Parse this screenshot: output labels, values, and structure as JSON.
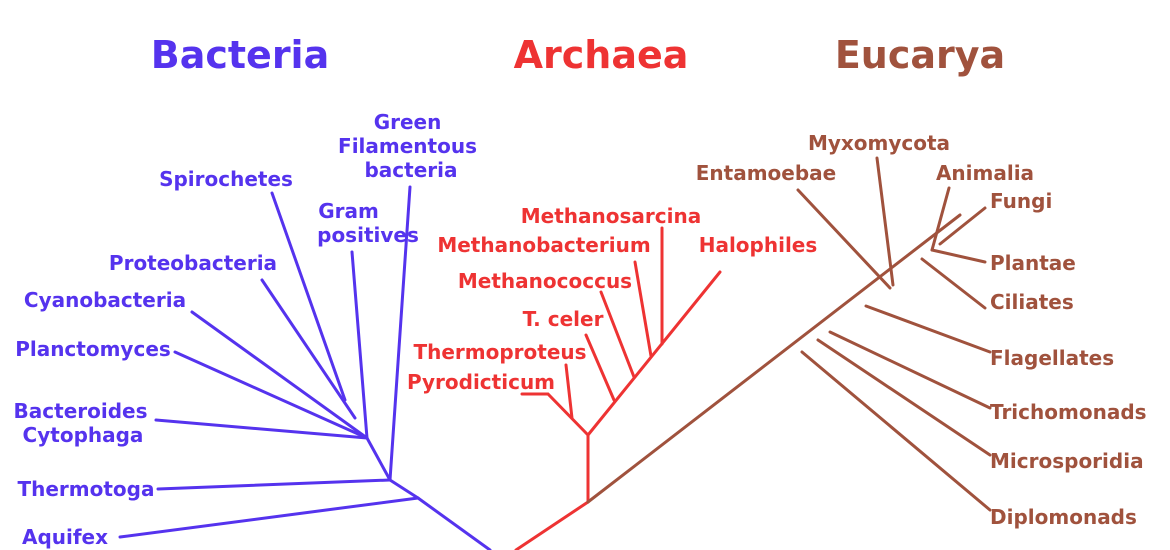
{
  "colors": {
    "bacteria": "#5533ee",
    "archaea": "#ee3333",
    "eucarya": "#a0523d",
    "background": "#ffffff"
  },
  "domains": {
    "bacteria": "Bacteria",
    "archaea": "Archaea",
    "eucarya": "Eucarya"
  },
  "bacteria": {
    "green_filamentous": [
      "Green",
      "Filamentous",
      "bacteria"
    ],
    "spirochetes": "Spirochetes",
    "gram_positives": [
      "Gram",
      "positives"
    ],
    "proteobacteria": "Proteobacteria",
    "cyanobacteria": "Cyanobacteria",
    "planctomyces": "Planctomyces",
    "bacteroides_cytophaga": [
      "Bacteroides",
      "Cytophaga"
    ],
    "thermotoga": "Thermotoga",
    "aquifex": "Aquifex"
  },
  "archaea": {
    "methanosarcina": "Methanosarcina",
    "methanobacterium": "Methanobacterium",
    "halophiles": "Halophiles",
    "methanococcus": "Methanococcus",
    "t_celer": "T. celer",
    "thermoproteus": "Thermoproteus",
    "pyrodicticum": "Pyrodicticum"
  },
  "eucarya": {
    "myxomycota": "Myxomycota",
    "entamoebae": "Entamoebae",
    "animalia": "Animalia",
    "fungi": "Fungi",
    "plantae": "Plantae",
    "ciliates": "Ciliates",
    "flagellates": "Flagellates",
    "trichomonads": "Trichomonads",
    "microsporidia": "Microsporidia",
    "diplomonads": "Diplomonads"
  }
}
